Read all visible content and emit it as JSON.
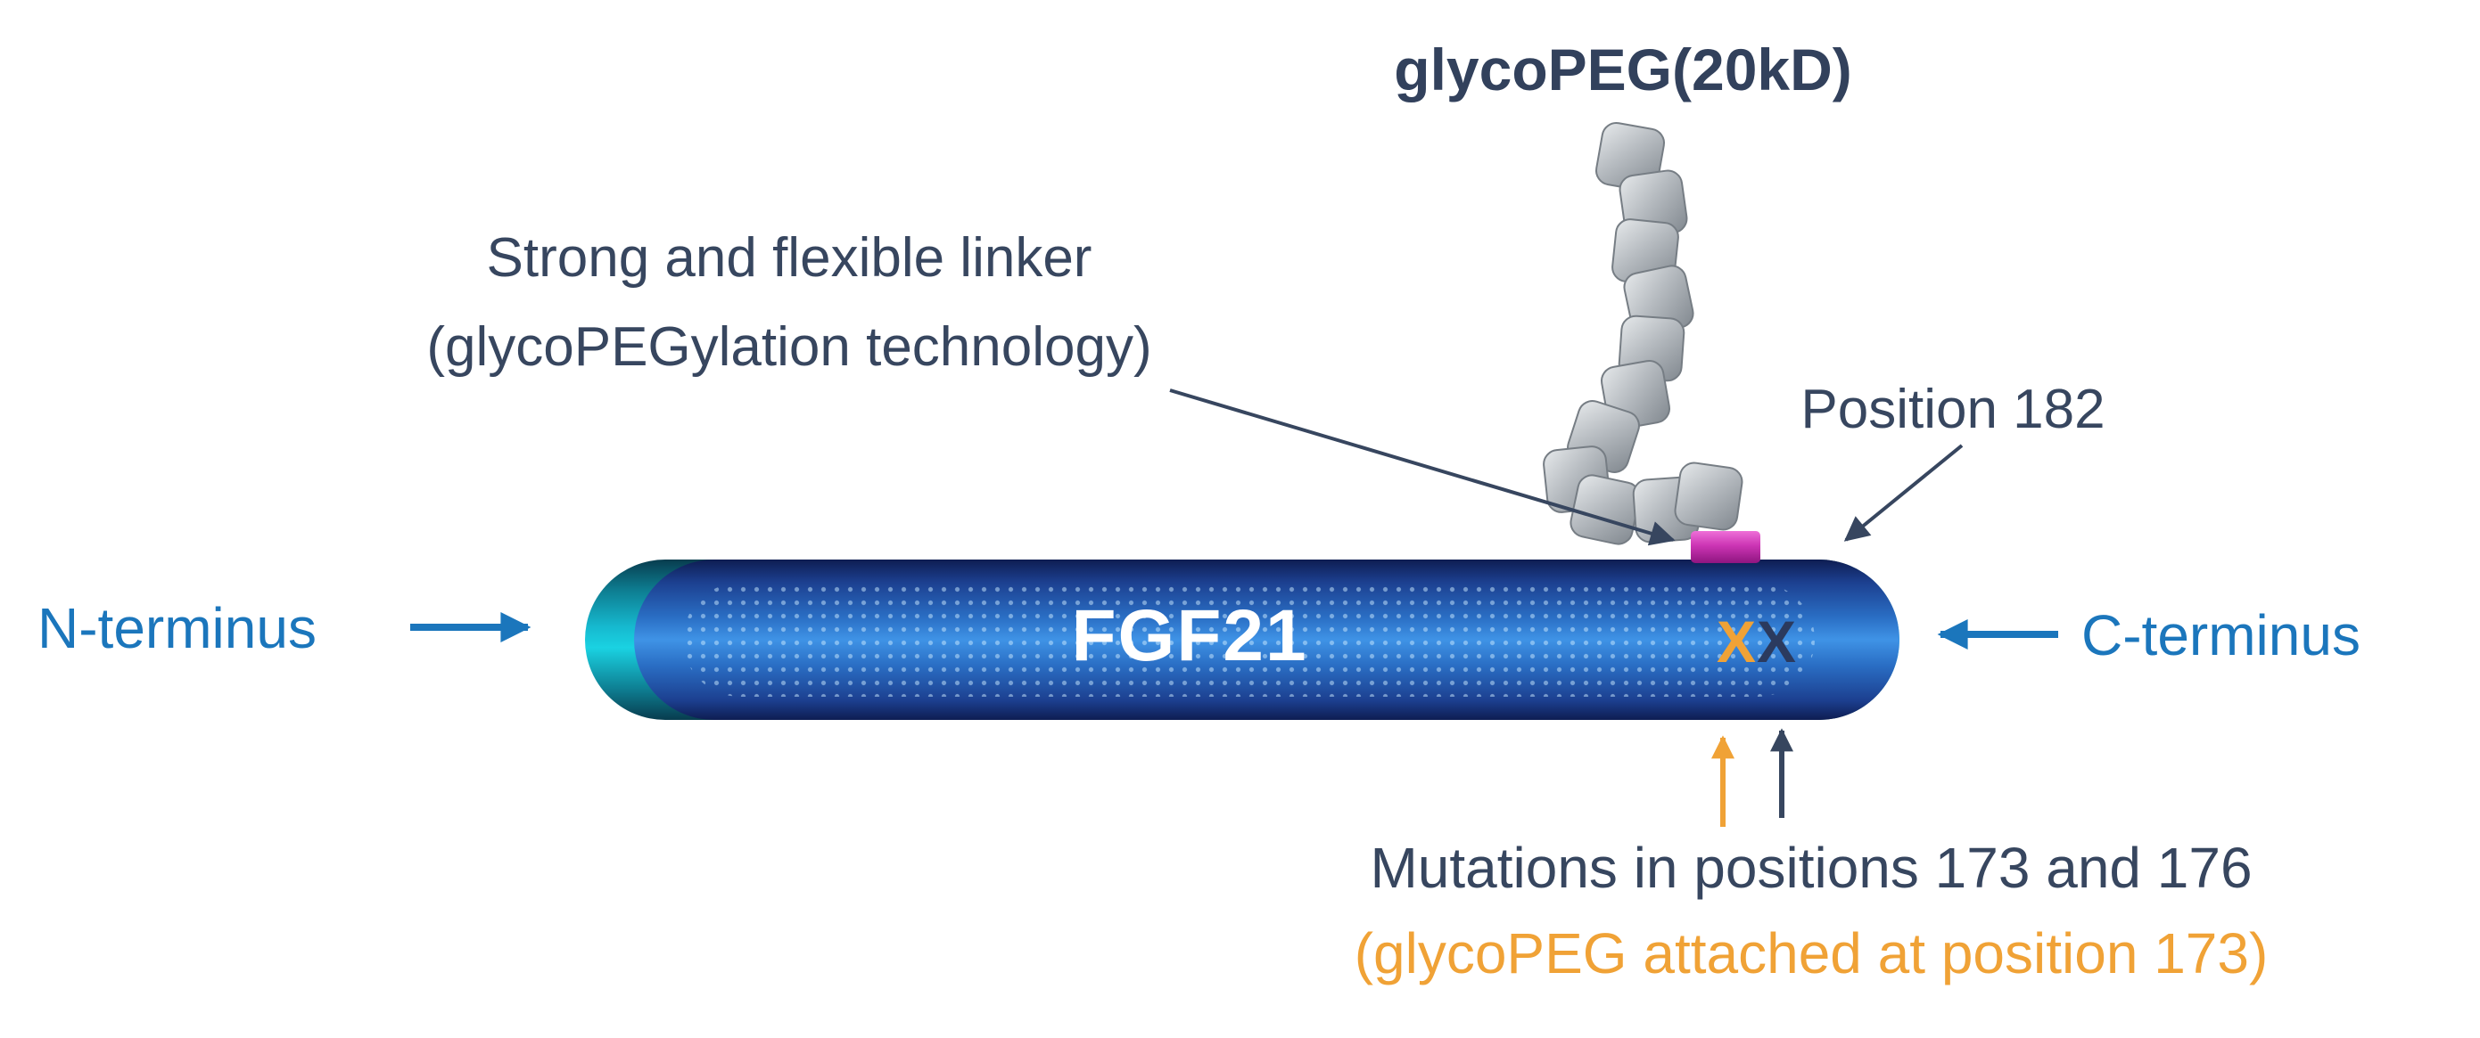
{
  "diagram": {
    "title": "glycoPEG(20kD)",
    "linker_label": {
      "line1": "Strong and flexible linker",
      "line2": "(glycoPEGylation technology)"
    },
    "position_label": "Position 182",
    "protein": {
      "name": "FGF21",
      "n_terminus": "N-terminus",
      "c_terminus": "C-terminus",
      "mutation_site_1": "X",
      "mutation_site_2": "X"
    },
    "mutations_label": {
      "line1": "Mutations in positions 173 and 176",
      "line2": "(glycoPEG attached at position 173)"
    },
    "colors": {
      "navy_text": "#37465f",
      "blue_accent": "#1b76bc",
      "orange_accent": "#f0a236",
      "magenta_linker": "#cc35b4",
      "bar_blue": "#2a6ec4",
      "bar_teal_cap": "#16b9cf",
      "bead_gray": "#b7bcc1"
    }
  }
}
